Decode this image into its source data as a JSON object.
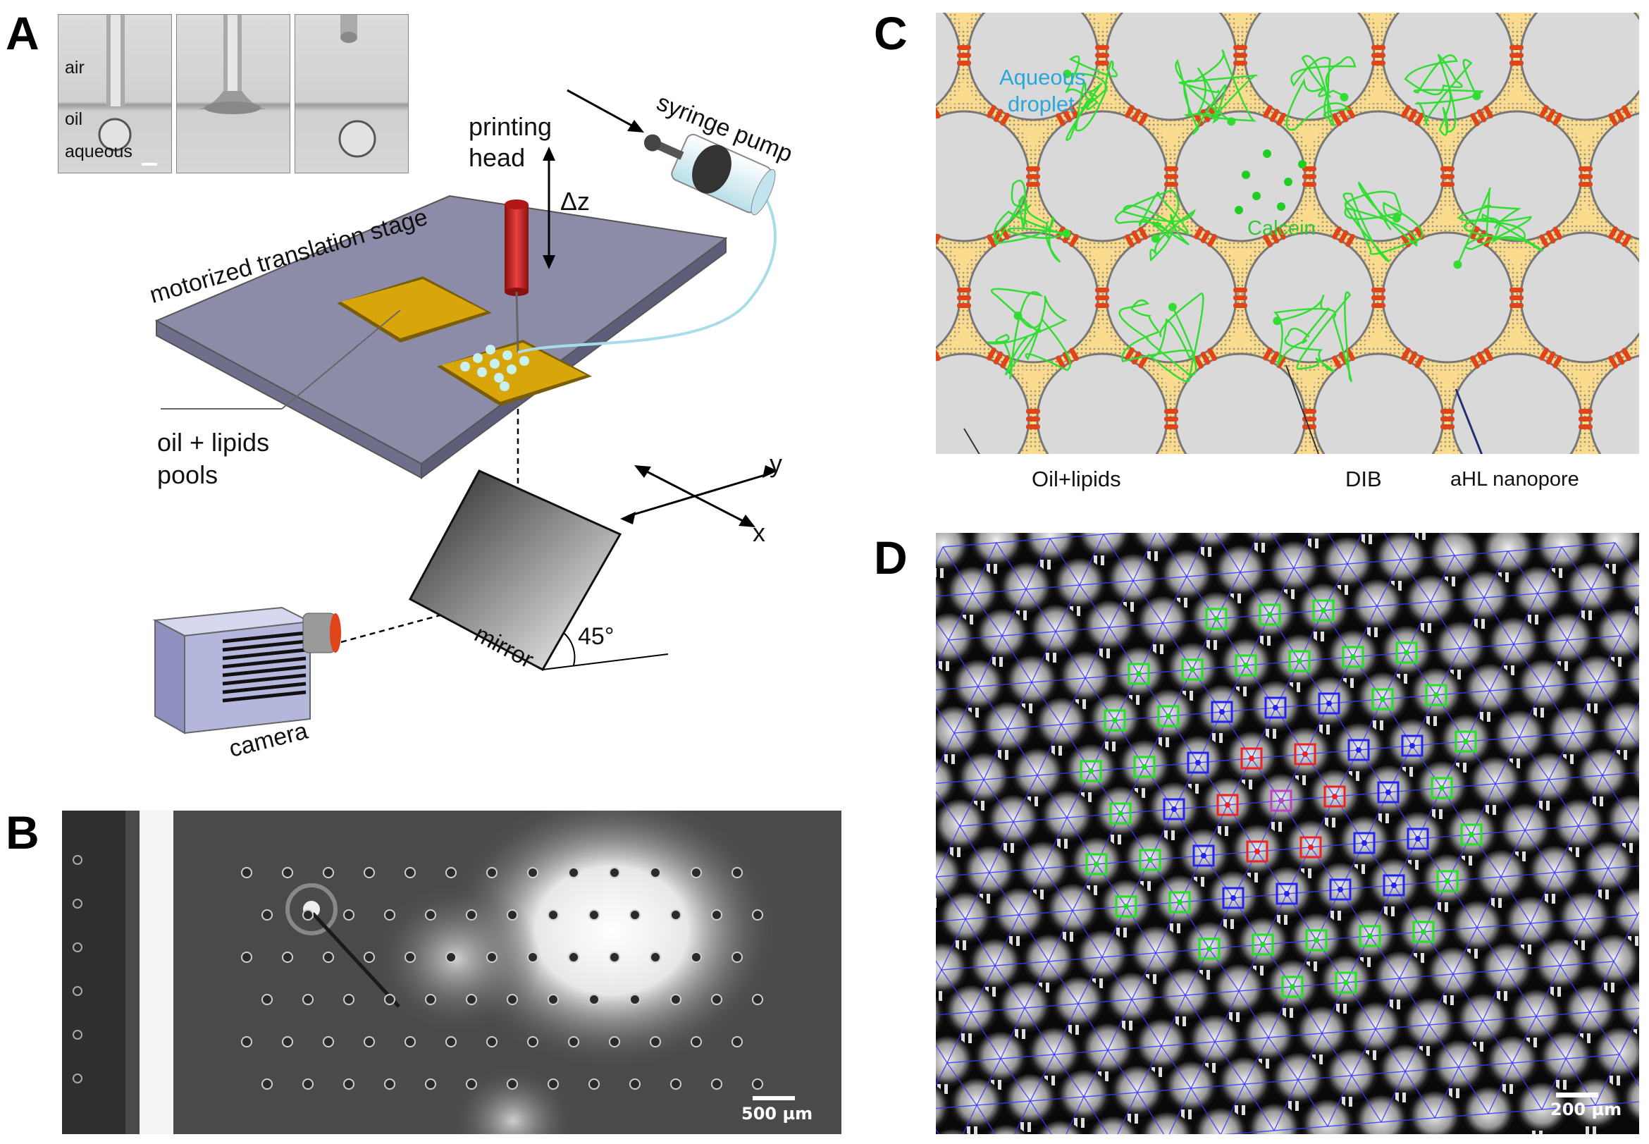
{
  "figure": {
    "panel_letters": {
      "a": "A",
      "b": "B",
      "c": "C",
      "d": "D"
    }
  },
  "panel_a": {
    "inset_labels": {
      "air": "air",
      "oil": "oil",
      "aqueous": "aqueous"
    },
    "printing_head": [
      "printing",
      "head"
    ],
    "delta_z": "Δz",
    "syringe_pump": "syringe pump",
    "stage": "motorized translation stage",
    "pools": [
      "oil + lipids",
      "pools"
    ],
    "axis_y": "y",
    "axis_x": "x",
    "mirror": "mirror",
    "angle": "45°",
    "camera": "camera",
    "colors": {
      "stage": "#8c8ca8",
      "pool": "#d8a50a",
      "head": "#d42a2a",
      "camera": "#b4b6dc",
      "tube": "#a8dce8"
    }
  },
  "panel_b": {
    "scalebar": "500 µm"
  },
  "panel_c": {
    "aqueous_droplet": [
      "Aqueous",
      "droplet"
    ],
    "calcein": "Calcein",
    "oil_lipids": "Oil+lipids",
    "dib": "DIB",
    "nanopore": "aHL nanopore",
    "colors": {
      "oil": "#fbdc8e",
      "droplet": "#d9d9d9",
      "pore": "#e0441a",
      "strand": "#32dc32",
      "text_blue": "#2aa7d9"
    }
  },
  "panel_d": {
    "scalebar": "200 µm",
    "colors": {
      "green": "#22e022",
      "blue": "#2222ee",
      "red": "#ee2222",
      "magenta": "#c040c0",
      "lattice": "#3a3aff"
    }
  }
}
